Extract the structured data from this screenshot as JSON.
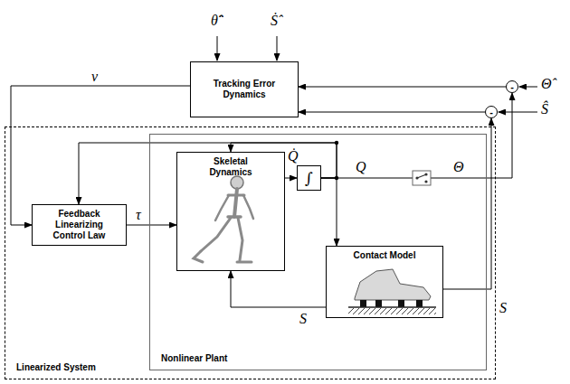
{
  "diagram": {
    "nodes": [
      {
        "text": [
          "Tracking Error Dynamics"
        ]
      },
      {
        "text": [
          "Linearized System"
        ]
      },
      {
        "text": [
          "Feedback Linearizing Control Law"
        ],
        "in": 1
      },
      {
        "text": [
          "Nonlinear Plant"
        ],
        "in": 1
      },
      {
        "text": [
          "Skeletal Dynamics"
        ],
        "in": 3
      },
      {
        "text": [
          "∫"
        ],
        "in": 3
      },
      {
        "text": [
          "Contact Model"
        ],
        "in": 3
      },
      {
        "text": [
          "-"
        ]
      },
      {
        "text": [
          "-"
        ]
      }
    ],
    "edges": [
      {
        "from": 0,
        "to": 2,
        "arrow": "to",
        "label": "v"
      },
      {
        "from": 2,
        "to": 4,
        "arrow": "to",
        "label": "τ"
      },
      {
        "from": 4,
        "to": 5,
        "arrow": "to",
        "label": "Q̇"
      },
      {
        "from": 5,
        "to": 4,
        "arrow": "to"
      },
      {
        "from": 5,
        "to": 2,
        "arrow": "to"
      },
      {
        "from": 5,
        "to": 6,
        "arrow": "to"
      },
      {
        "from": 6,
        "to": 4,
        "arrow": "to",
        "label": "S"
      },
      {
        "from": 6,
        "to": 8,
        "arrow": "to",
        "label": "S"
      },
      {
        "from": 5,
        "to": 7,
        "arrow": "to",
        "label": "Θ"
      },
      {
        "from": 7,
        "to": 0,
        "arrow": "to"
      },
      {
        "from": 8,
        "to": 0,
        "arrow": "to"
      }
    ],
    "labels": [
      "θ̈̂",
      "Ṡ̂",
      "Θ̂",
      "Ŝ",
      "Q"
    ]
  }
}
